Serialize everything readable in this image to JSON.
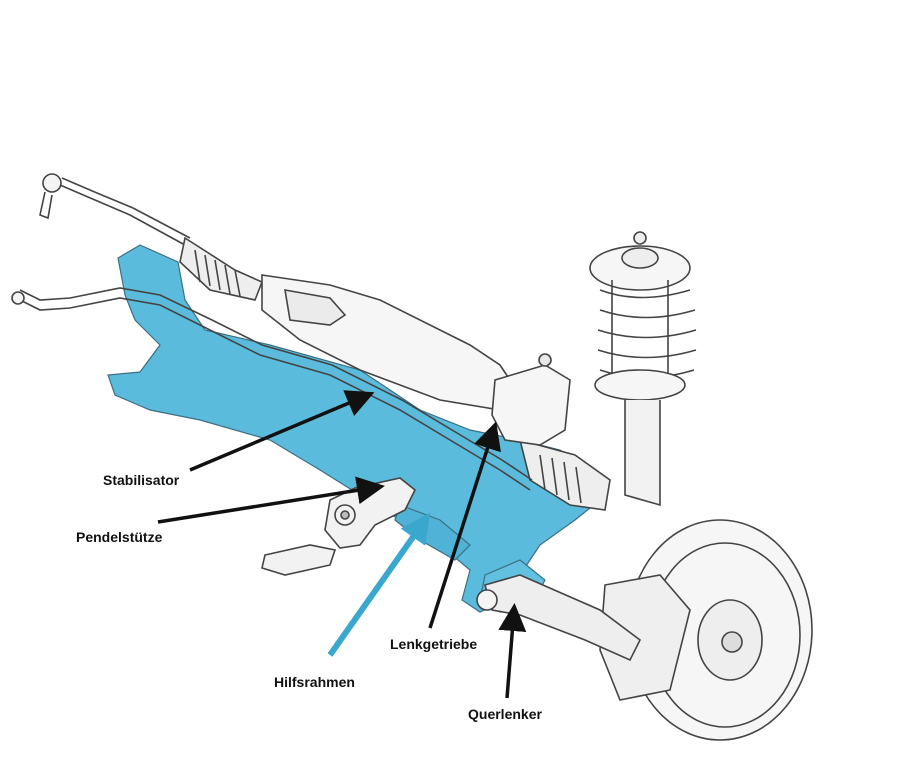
{
  "labels": {
    "stabilisator": "Stabilisator",
    "pendelstuetze": "Pendelstütze",
    "hilfsrahmen": "Hilfsrahmen",
    "lenkgetriebe": "Lenkgetriebe",
    "querlenker": "Querlenker"
  },
  "colors": {
    "subframe_highlight": "#5bbbdc",
    "subframe_arrow": "#3aa7cf",
    "line_art": "#444444",
    "callout_text": "#111111",
    "background": "#ffffff"
  }
}
